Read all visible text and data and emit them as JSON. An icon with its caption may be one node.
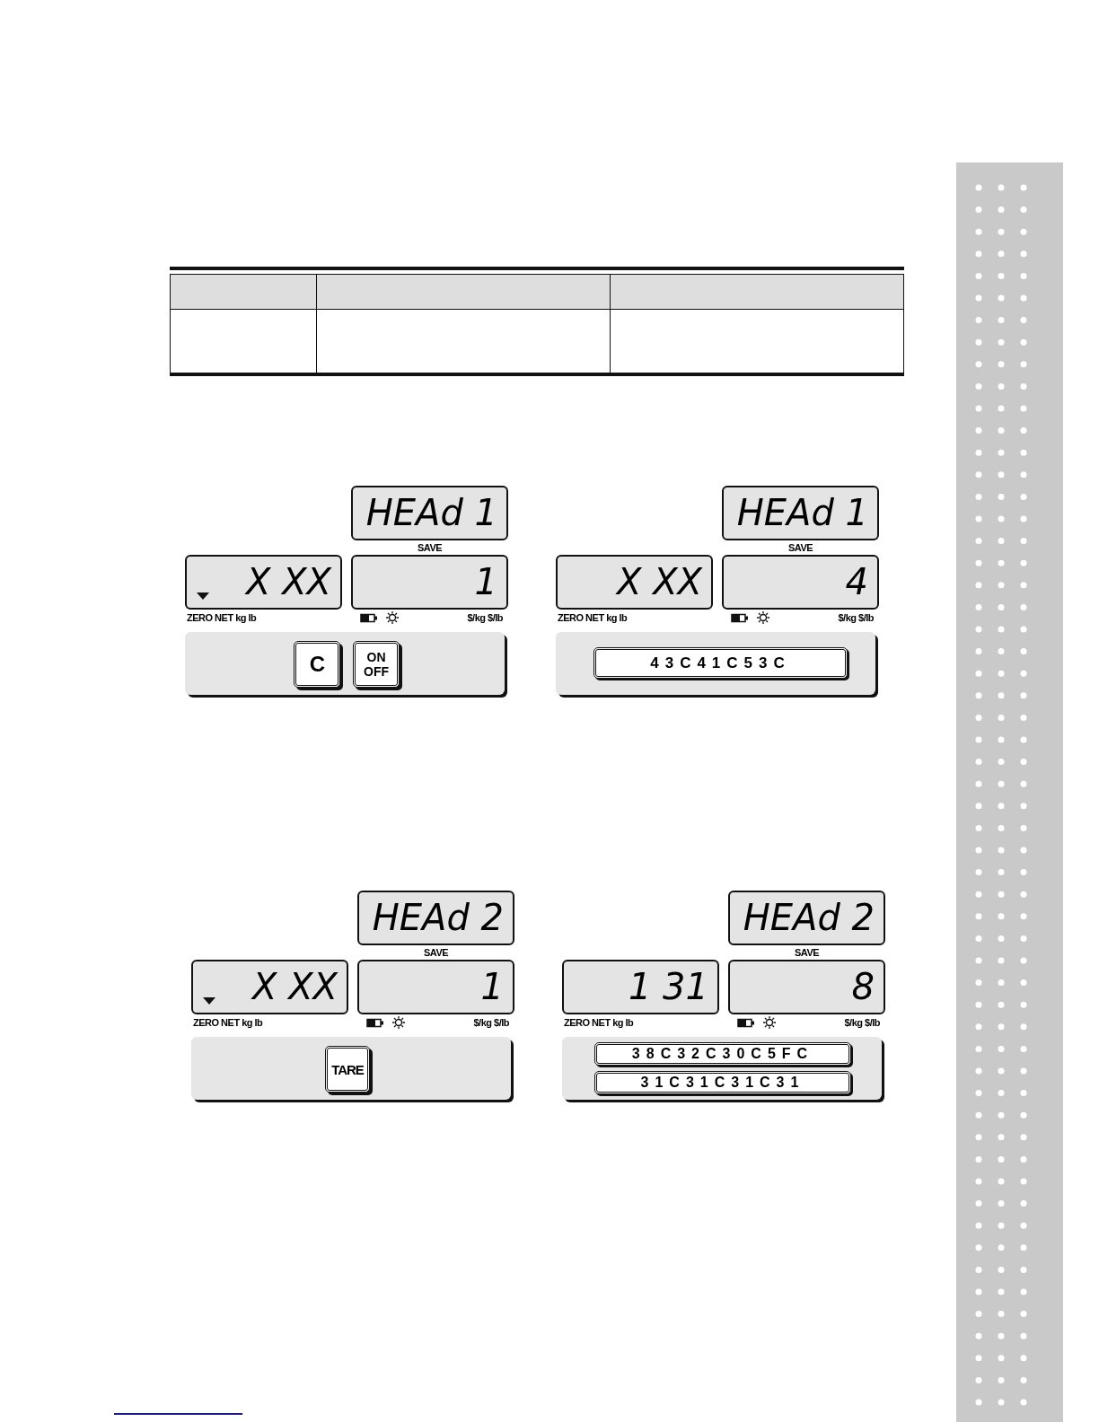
{
  "diagram": {
    "nodes": [
      {
        "text": [
          "HEAd 1"
        ]
      },
      {
        "text": [
          "X XX"
        ],
        "beside": [
          "ZERO NET kg lb"
        ]
      },
      {
        "text": [
          "1"
        ],
        "beside": [
          "$/kg $/lb"
        ]
      },
      {
        "text": [],
        "shape": "box"
      },
      {
        "text": [
          "C"
        ],
        "in": 3
      },
      {
        "text": [
          "ON OFF"
        ],
        "in": 3
      },
      {
        "text": [
          "HEAd 1"
        ]
      },
      {
        "text": [
          "X XX"
        ],
        "beside": [
          "ZERO NET kg lb"
        ]
      },
      {
        "text": [
          "4"
        ],
        "beside": [
          "$/kg $/lb"
        ]
      },
      {
        "text": [],
        "shape": "box"
      },
      {
        "text": [
          "43C41C53C"
        ],
        "in": 9
      },
      {
        "text": [
          "HEAd 2"
        ]
      },
      {
        "text": [
          "X XX"
        ],
        "beside": [
          "ZERO NET kg lb"
        ]
      },
      {
        "text": [
          "1"
        ],
        "beside": [
          "$/kg $/lb"
        ]
      },
      {
        "text": [],
        "shape": "box"
      },
      {
        "text": [
          "TARE"
        ],
        "in": 14
      },
      {
        "text": [
          "HEAd 2"
        ]
      },
      {
        "text": [
          "1 31"
        ],
        "beside": [
          "ZERO NET kg lb"
        ]
      },
      {
        "text": [
          "8"
        ],
        "beside": [
          "$/kg $/lb"
        ]
      },
      {
        "text": [],
        "shape": "box"
      },
      {
        "text": [
          "38C32C30C5FC"
        ],
        "in": 19
      },
      {
        "text": [
          "31C31C31C31"
        ],
        "in": 19
      }
    ],
    "edges": [],
    "labels": [
      "SAVE",
      "SAVE",
      "SAVE",
      "SAVE"
    ]
  }
}
